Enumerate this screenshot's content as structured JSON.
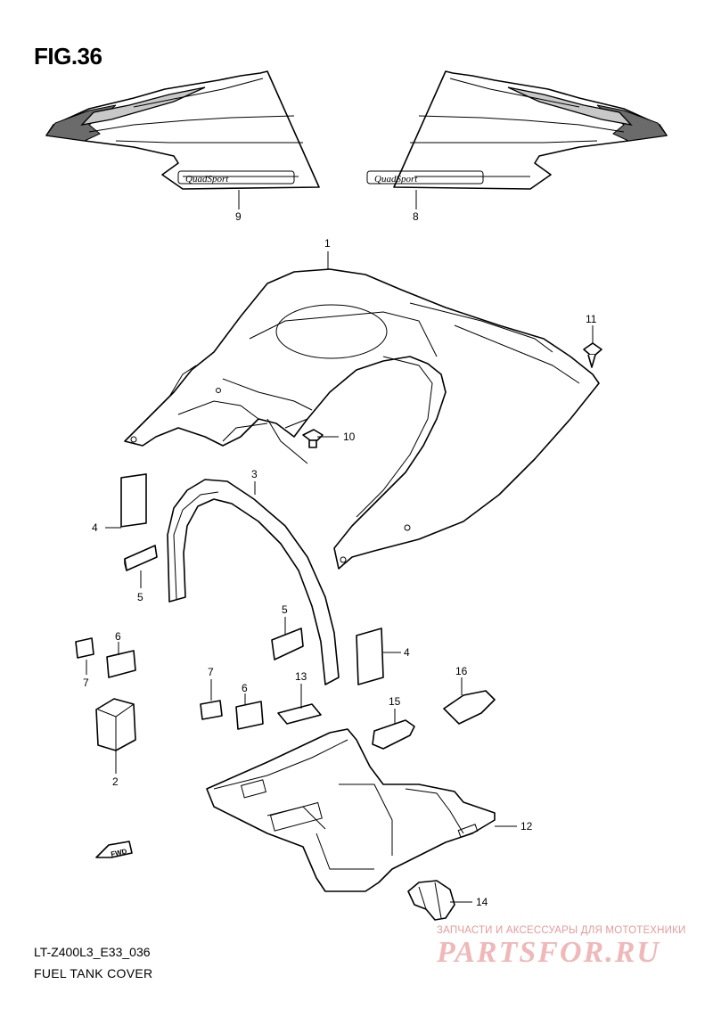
{
  "figure": {
    "title": "FIG.36",
    "model_code": "LT-Z400L3_E33_036",
    "caption": "FUEL TANK COVER"
  },
  "decal_text": "QuadSport",
  "callouts": [
    {
      "id": "c1",
      "label": "1"
    },
    {
      "id": "c2",
      "label": "2"
    },
    {
      "id": "c3",
      "label": "3"
    },
    {
      "id": "c4a",
      "label": "4"
    },
    {
      "id": "c4b",
      "label": "4"
    },
    {
      "id": "c5a",
      "label": "5"
    },
    {
      "id": "c5b",
      "label": "5"
    },
    {
      "id": "c6a",
      "label": "6"
    },
    {
      "id": "c6b",
      "label": "6"
    },
    {
      "id": "c7a",
      "label": "7"
    },
    {
      "id": "c7b",
      "label": "7"
    },
    {
      "id": "c8",
      "label": "8"
    },
    {
      "id": "c9",
      "label": "9"
    },
    {
      "id": "c10",
      "label": "10"
    },
    {
      "id": "c11",
      "label": "11"
    },
    {
      "id": "c12",
      "label": "12"
    },
    {
      "id": "c13",
      "label": "13"
    },
    {
      "id": "c14",
      "label": "14"
    },
    {
      "id": "c15",
      "label": "15"
    },
    {
      "id": "c16",
      "label": "16"
    }
  ],
  "fwd_label": "FWD",
  "watermark": {
    "tagline": "ЗАПЧАСТИ И АКСЕССУАРЫ ДЛЯ МОТОТЕХНИКИ",
    "site": "PARTSFOR.RU"
  }
}
